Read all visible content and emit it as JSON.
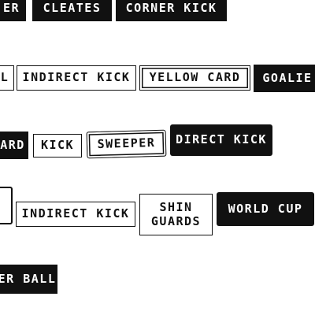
{
  "colors": {
    "ink": "#111111",
    "paper": "#ffffff"
  },
  "tags": {
    "row1": [
      "ER",
      "CLEATES",
      "CORNER KICK"
    ],
    "row2": [
      "L",
      "INDIRECT KICK",
      "YELLOW CARD",
      "GOALIE"
    ],
    "row3": [
      "ARD",
      "KICK",
      "SWEEPER",
      "DIRECT KICK"
    ],
    "row4": [
      "",
      "INDIRECT KICK",
      "SHIN",
      "GUARDS",
      "WORLD CUP"
    ],
    "row5": [
      "ER BALL"
    ]
  }
}
